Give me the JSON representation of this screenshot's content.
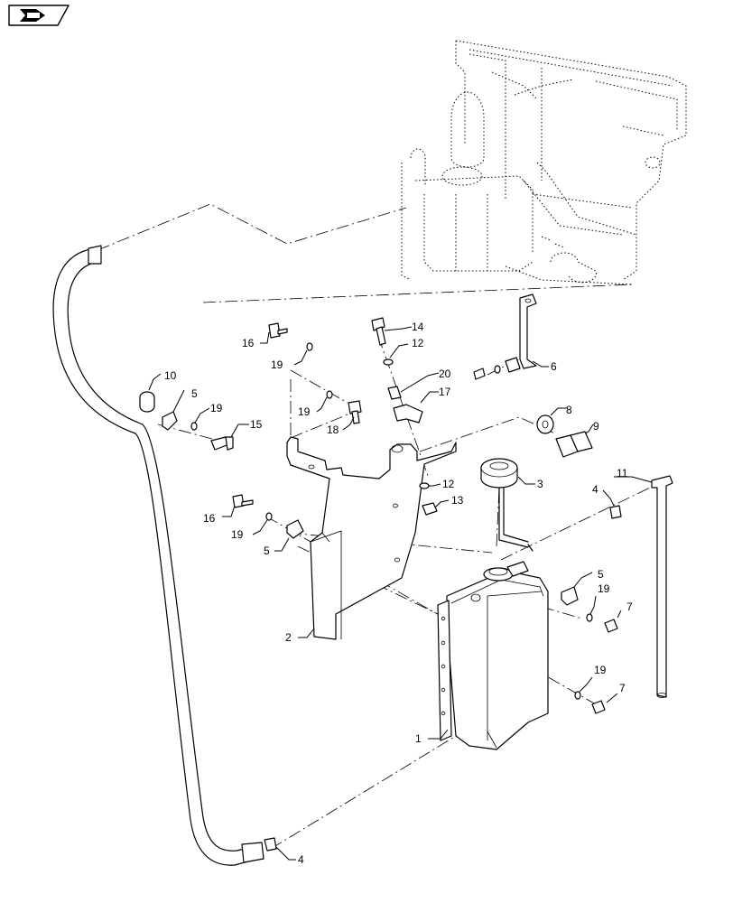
{
  "icon": {
    "name": "book-with-arrow-icon"
  },
  "labels": [
    {
      "id": "c1",
      "text": "1"
    },
    {
      "id": "c2",
      "text": "2"
    },
    {
      "id": "c3",
      "text": "3"
    },
    {
      "id": "c4a",
      "text": "4"
    },
    {
      "id": "c4b",
      "text": "4"
    },
    {
      "id": "c5a",
      "text": "5"
    },
    {
      "id": "c5b",
      "text": "5"
    },
    {
      "id": "c5c",
      "text": "5"
    },
    {
      "id": "c6",
      "text": "6"
    },
    {
      "id": "c7a",
      "text": "7"
    },
    {
      "id": "c7b",
      "text": "7"
    },
    {
      "id": "c8",
      "text": "8"
    },
    {
      "id": "c9",
      "text": "9"
    },
    {
      "id": "c10",
      "text": "10"
    },
    {
      "id": "c11",
      "text": "11"
    },
    {
      "id": "c12a",
      "text": "12"
    },
    {
      "id": "c12b",
      "text": "12"
    },
    {
      "id": "c13",
      "text": "13"
    },
    {
      "id": "c14",
      "text": "14"
    },
    {
      "id": "c15",
      "text": "15"
    },
    {
      "id": "c16a",
      "text": "16"
    },
    {
      "id": "c16b",
      "text": "16"
    },
    {
      "id": "c17",
      "text": "17"
    },
    {
      "id": "c18",
      "text": "18"
    },
    {
      "id": "c19a",
      "text": "19"
    },
    {
      "id": "c19b",
      "text": "19"
    },
    {
      "id": "c19c",
      "text": "19"
    },
    {
      "id": "c19d",
      "text": "19"
    },
    {
      "id": "c19e",
      "text": "19"
    },
    {
      "id": "c19f",
      "text": "19"
    },
    {
      "id": "c20",
      "text": "20"
    }
  ]
}
